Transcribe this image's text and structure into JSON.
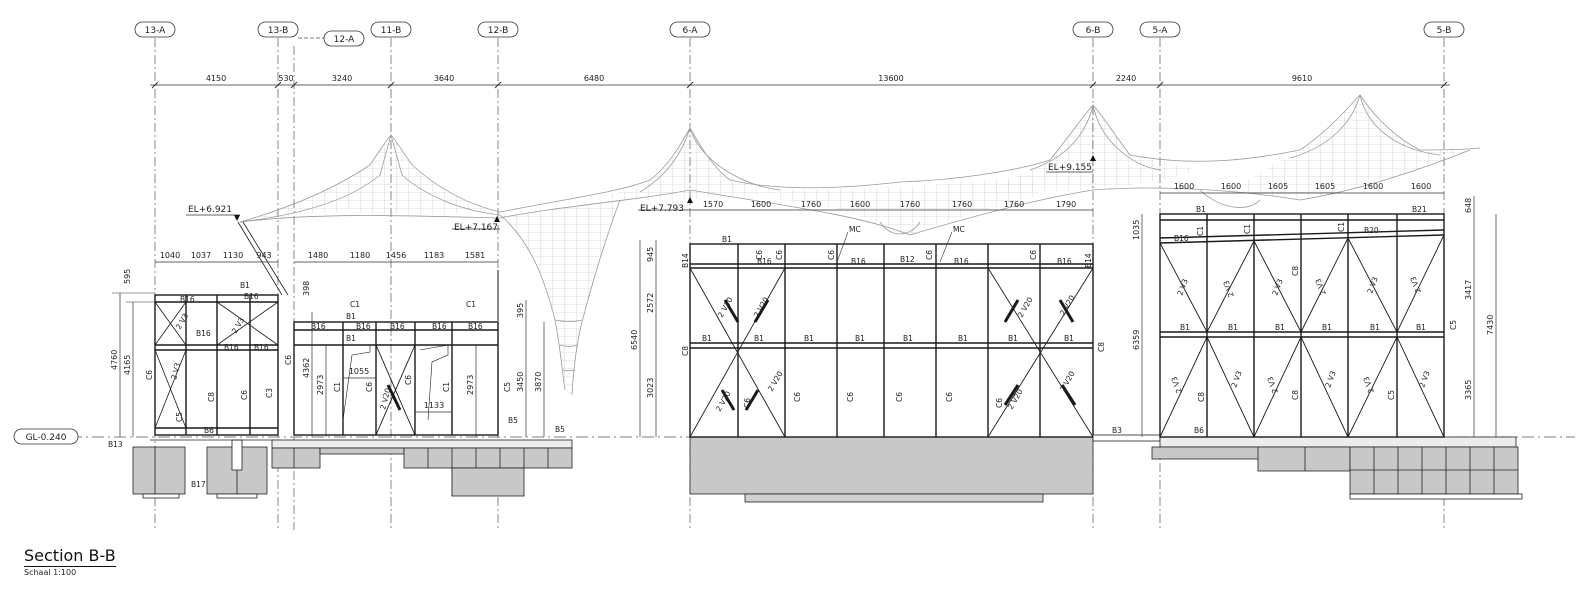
{
  "grid_labels": [
    "13-A",
    "13-B",
    "12-A",
    "11-B",
    "12-B",
    "6-A",
    "6-B",
    "5-A",
    "5-B"
  ],
  "top_dims": [
    "4150",
    "530",
    "3240",
    "3640",
    "6480",
    "13600",
    "2240",
    "9610"
  ],
  "elevations": {
    "gl": "GL-0.240",
    "e1": "EL+6.921",
    "e2": "EL+7.167",
    "e3": "EL+7.793",
    "e4": "EL+9.155"
  },
  "module1": {
    "top_dims": [
      "1040",
      "1037",
      "1130",
      "943"
    ],
    "vdims": [
      "595",
      "4760",
      "4165"
    ],
    "labels": [
      "B1",
      "B16",
      "B16",
      "B16",
      "B16",
      "B16",
      "2 V3",
      "2 V3",
      "2 V3",
      "C6",
      "C8",
      "C6",
      "C3",
      "C5",
      "B6",
      "B13",
      "B17"
    ]
  },
  "module2": {
    "top_dims": [
      "1480",
      "1180",
      "1456",
      "1183",
      "1581"
    ],
    "vdims": [
      "398",
      "4362",
      "2973",
      "2973",
      "395",
      "3450",
      "3870"
    ],
    "inner_dims": [
      "1055",
      "1133"
    ],
    "labels": [
      "C1",
      "C1",
      "B1",
      "B16",
      "B16",
      "B16",
      "B16",
      "B16",
      "B1",
      "C6",
      "C1",
      "C6",
      "2 V20",
      "C6",
      "C1",
      "C5",
      "B5",
      "B5"
    ]
  },
  "module3": {
    "top_dims": [
      "1570",
      "1600",
      "1760",
      "1600",
      "1760",
      "1760",
      "1760",
      "1790"
    ],
    "vdims": [
      "945",
      "6540",
      "2572",
      "3023"
    ],
    "mc": [
      "MC",
      "MC"
    ],
    "labels": [
      "B1",
      "B14",
      "C6",
      "B16",
      "C6",
      "C6",
      "B16",
      "B12",
      "C6",
      "B16",
      "C6",
      "B16",
      "B14",
      "C8",
      "B1",
      "B1",
      "B1",
      "B1",
      "B1",
      "B1",
      "B1",
      "B1",
      "C6",
      "C6",
      "C6",
      "C6",
      "C6",
      "C6",
      "C8",
      "2 V20",
      "2 V20",
      "2 V20",
      "2 V20",
      "2 V20",
      "2 V20",
      "2 V20",
      "2 V20",
      "B3"
    ]
  },
  "module4": {
    "top_dims": [
      "1600",
      "1600",
      "1605",
      "1605",
      "1600",
      "1600"
    ],
    "vdims": [
      "1035",
      "6359",
      "648",
      "3417",
      "7430",
      "3365"
    ],
    "labels": [
      "B1",
      "B21",
      "B16",
      "C1",
      "C1",
      "C1",
      "B20",
      "B1",
      "B1",
      "B1",
      "B1",
      "B1",
      "B1",
      "C8",
      "C8",
      "C8",
      "C5",
      "C5",
      "B6",
      "2 V3",
      "2 V3",
      "2 V3",
      "2 V3",
      "2 V3",
      "2 V3",
      "2 V3",
      "2 V3",
      "2 V3",
      "2 V3",
      "2 V3",
      "2 V3"
    ]
  },
  "title": "Section B-B",
  "scale": "Schaal 1:100",
  "colors": {
    "ink": "#1a1a1a",
    "membrane": "#9a9a9a",
    "foundation": "#c8c8c8",
    "foundation_dark": "#bdbdbd"
  }
}
